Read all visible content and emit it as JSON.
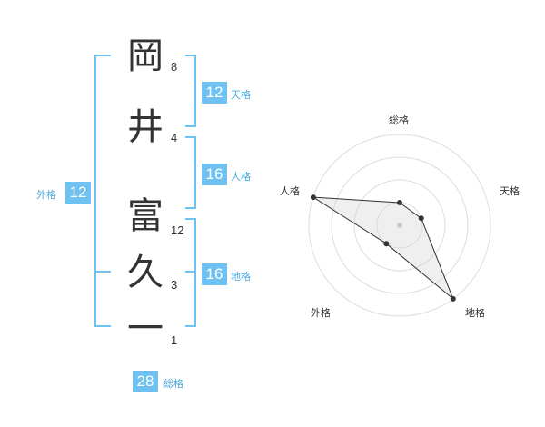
{
  "name": {
    "chars": [
      {
        "char": "岡",
        "strokes": "8"
      },
      {
        "char": "井",
        "strokes": "4"
      },
      {
        "char": "富",
        "strokes": "12"
      },
      {
        "char": "久",
        "strokes": "3"
      },
      {
        "char": "一",
        "strokes": "1"
      }
    ]
  },
  "kakusu": {
    "tenkaku": {
      "value": "12",
      "label": "天格"
    },
    "jinkaku": {
      "value": "16",
      "label": "人格"
    },
    "chikaku": {
      "value": "16",
      "label": "地格"
    },
    "gaikaku": {
      "value": "12",
      "label": "外格"
    },
    "soukaku": {
      "value": "28",
      "label": "総格"
    }
  },
  "colors": {
    "accent": "#6ec1f0",
    "text": "#333333",
    "grid": "#dddddd"
  },
  "chart_data": {
    "type": "radar",
    "axes": [
      "総格",
      "天格",
      "地格",
      "外格",
      "人格"
    ],
    "values": [
      1,
      1,
      4,
      1,
      4
    ],
    "range": [
      0,
      4
    ],
    "rings": 4
  }
}
